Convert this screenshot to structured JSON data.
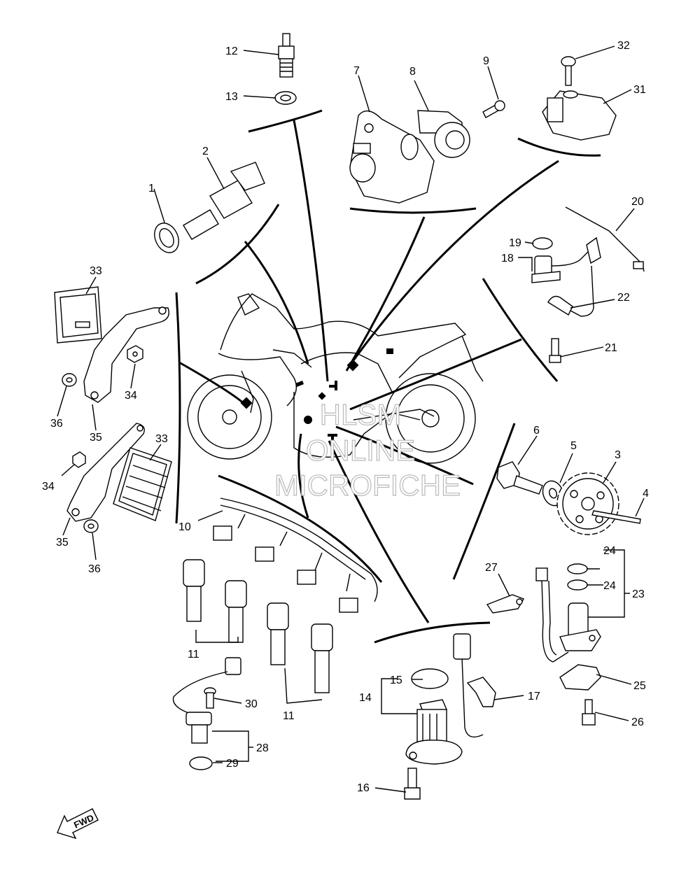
{
  "diagram": {
    "callouts": [
      "1",
      "2",
      "3",
      "4",
      "5",
      "6",
      "7",
      "8",
      "9",
      "10",
      "11",
      "11",
      "12",
      "13",
      "14",
      "15",
      "16",
      "17",
      "18",
      "19",
      "20",
      "21",
      "22",
      "23",
      "24",
      "24",
      "25",
      "26",
      "27",
      "28",
      "29",
      "30",
      "31",
      "32",
      "33",
      "33",
      "34",
      "34",
      "35",
      "35",
      "36",
      "36"
    ],
    "watermark": [
      "HLSM",
      "ONLINE",
      "MICROFICHE"
    ],
    "direction_label": "FWD"
  }
}
